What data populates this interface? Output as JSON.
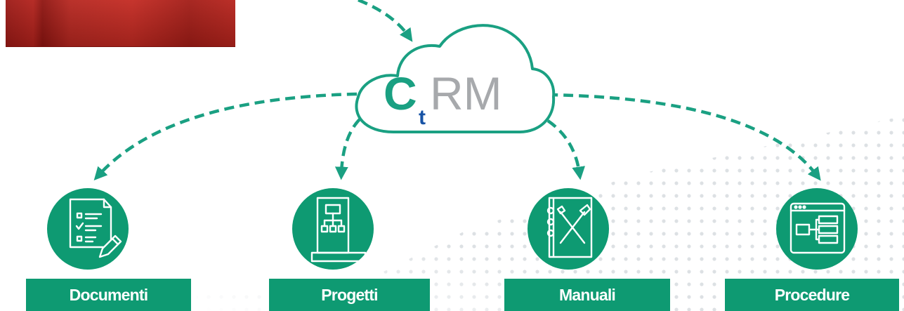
{
  "logo": {
    "name": "CtRM",
    "letters": [
      "C",
      "t",
      "RM"
    ],
    "colors": {
      "c": "#1aa082",
      "t": "#1753a5",
      "rm": "#a7a9ac"
    }
  },
  "categories": [
    {
      "label": "Documenti",
      "icon": "document-checklist-icon"
    },
    {
      "label": "Progetti",
      "icon": "project-flowchart-icon"
    },
    {
      "label": "Manuali",
      "icon": "manual-tools-icon"
    },
    {
      "label": "Procedure",
      "icon": "procedure-window-icon"
    }
  ],
  "colors": {
    "primary_green": "#0e9a72",
    "cloud_outline": "#1aa082",
    "dots": "#dde1e4",
    "photo_red": "#b2221c"
  }
}
